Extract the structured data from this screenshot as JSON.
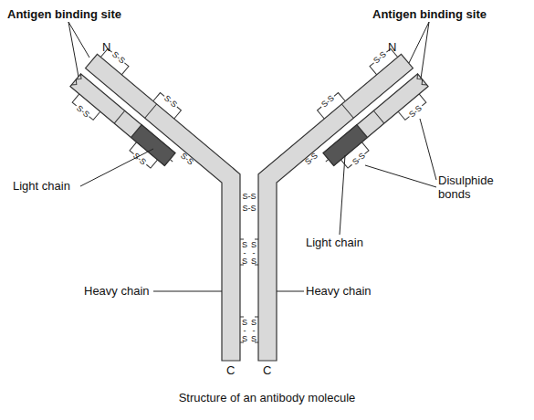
{
  "diagram": {
    "caption": "Structure of an antibody molecule",
    "labels": [
      "Antigen binding site",
      "N",
      "Antigen binding site",
      "N",
      "Light chain",
      "Disulphide bonds",
      "Light chain",
      "Heavy chain",
      "Heavy chain",
      "C",
      "C",
      "S-S",
      "S-S",
      "S-S",
      "S-S",
      "S-S",
      "S-S",
      "S-S",
      "S-S",
      "S-S",
      "S-S",
      "S-S",
      "S-S",
      "S-S",
      "S-S",
      "S-S",
      "S-S"
    ]
  }
}
